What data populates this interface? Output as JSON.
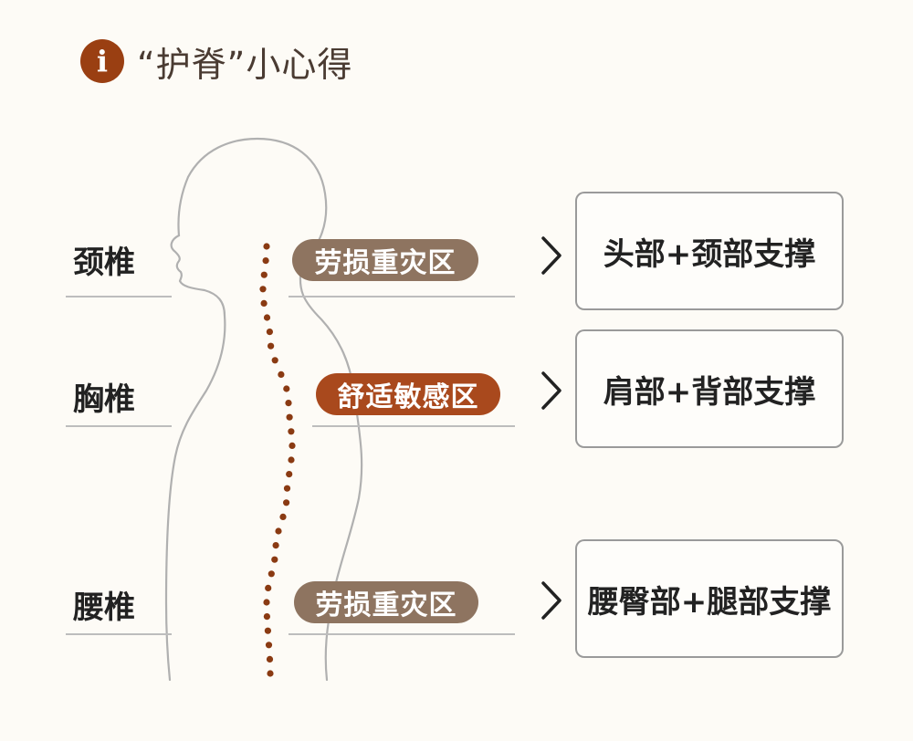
{
  "header": {
    "icon_glyph": "i",
    "title": "“护脊”小心得"
  },
  "colors": {
    "accent_brown": "#9a3f12",
    "pill_taupe": "#8e7460",
    "pill_rust": "#a9491d",
    "spine_dot": "#8a3a12",
    "outline": "#b0b0b0"
  },
  "regions": [
    {
      "label": "颈椎",
      "zone": "劳损重灾区",
      "zone_style": "taupe",
      "support": "头部+颈部支撑"
    },
    {
      "label": "胸椎",
      "zone": "舒适敏感区",
      "zone_style": "rust",
      "support": "肩部+背部支撑"
    },
    {
      "label": "腰椎",
      "zone": "劳损重灾区",
      "zone_style": "taupe",
      "support": "腰臀部+腿部支撑"
    }
  ]
}
